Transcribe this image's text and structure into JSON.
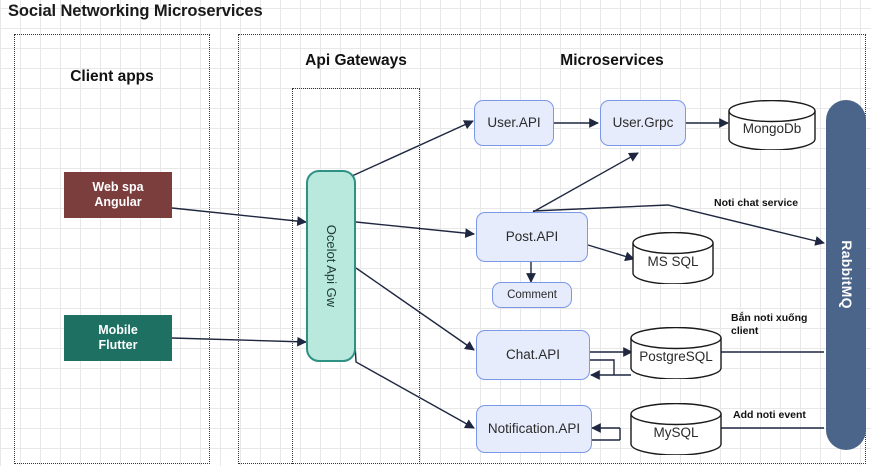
{
  "diagram": {
    "title": "Social Networking Microservices",
    "lanes": [
      {
        "name": "client-apps",
        "label": "Client apps"
      },
      {
        "name": "api-gateways",
        "label": "Api Gateways"
      },
      {
        "name": "microservices",
        "label": "Microservices"
      }
    ],
    "clients": [
      {
        "name": "web-spa-angular",
        "label": "Web spa\nAngular",
        "color": "#7c3d3d"
      },
      {
        "name": "mobile-flutter",
        "label": "Mobile\nFlutter",
        "color": "#1d7062"
      }
    ],
    "gateway": {
      "name": "ocelot-api-gw",
      "label": "Ocelot Api Gw",
      "fill": "#b9e8dd",
      "stroke": "#2e9184"
    },
    "services": [
      {
        "name": "user-api",
        "label": "User.API"
      },
      {
        "name": "user-grpc",
        "label": "User.Grpc"
      },
      {
        "name": "post-api",
        "label": "Post.API"
      },
      {
        "name": "comment",
        "label": "Comment"
      },
      {
        "name": "chat-api",
        "label": "Chat.API"
      },
      {
        "name": "notification-api",
        "label": "Notification.API"
      }
    ],
    "databases": [
      {
        "name": "mongodb",
        "label": "MongoDb"
      },
      {
        "name": "ms-sql",
        "label": "MS SQL"
      },
      {
        "name": "postgresql",
        "label": "PostgreSQL"
      },
      {
        "name": "mysql",
        "label": "MySQL"
      }
    ],
    "broker": {
      "name": "rabbitmq",
      "label": "RabbitMQ",
      "color": "#4a6589"
    },
    "edge_labels": [
      {
        "name": "noti-chat-service-label",
        "label": "Noti chat service"
      },
      {
        "name": "ban-noti-xuong-client-label",
        "label": "Bắn noti xuống client"
      },
      {
        "name": "add-noti-event-label",
        "label": "Add noti event"
      }
    ]
  }
}
